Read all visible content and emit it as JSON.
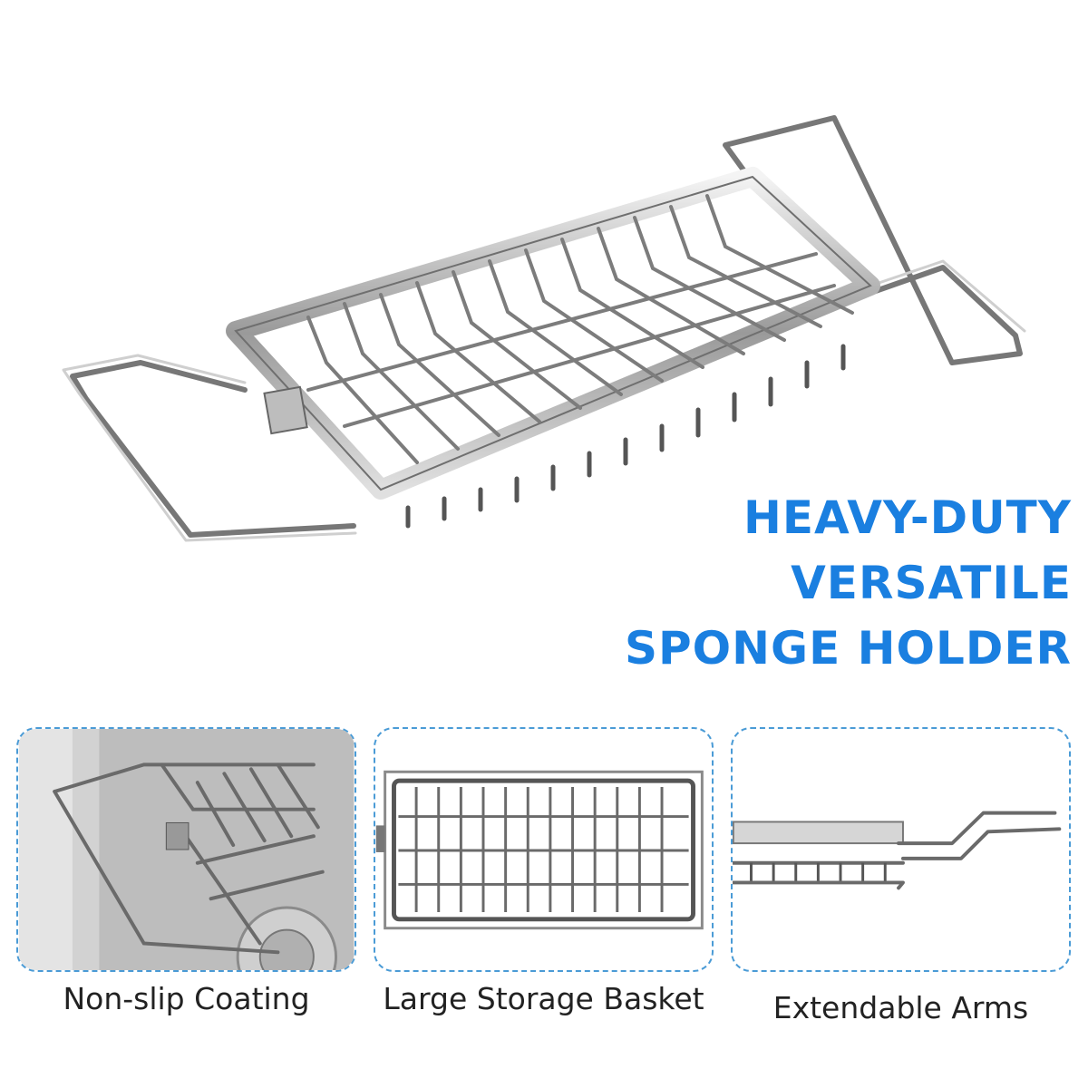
{
  "headline": {
    "lines": [
      "HEAVY-DUTY",
      "VERSATILE",
      "SPONGE HOLDER"
    ],
    "color": "#1a7fe0"
  },
  "features": [
    {
      "label": "Non-slip Coating",
      "icon": "product-closeup-image"
    },
    {
      "label": "Large Storage Basket",
      "icon": "basket-top-view-image"
    },
    {
      "label": "Extendable Arms",
      "icon": "side-view-image"
    }
  ],
  "colors": {
    "accent": "#1a7fe0",
    "panel_border": "#4a9bd6",
    "text": "#222222"
  }
}
